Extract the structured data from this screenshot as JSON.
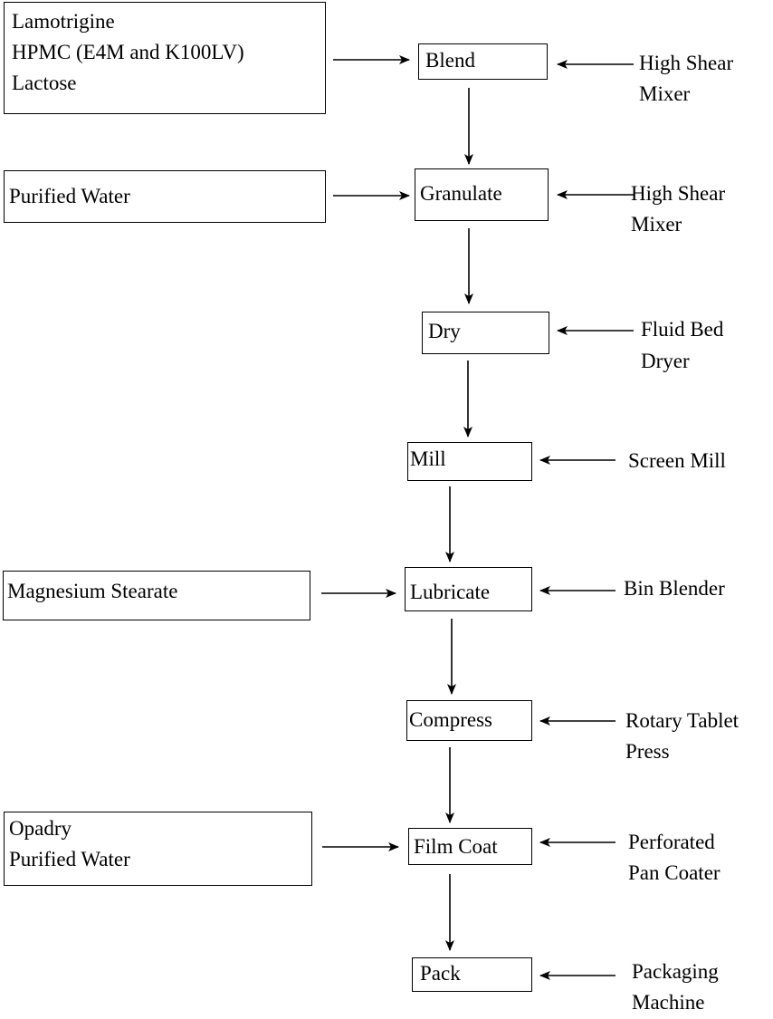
{
  "inputs": {
    "blend": [
      "Lamotrigine",
      "HPMC (E4M and K100LV)",
      "Lactose"
    ],
    "granulate": [
      "Purified Water"
    ],
    "lubricate": [
      "Magnesium Stearate"
    ],
    "film_coat": [
      "Opadry",
      "Purified Water"
    ]
  },
  "steps": {
    "blend": "Blend",
    "granulate": "Granulate",
    "dry": "Dry",
    "mill": "Mill",
    "lubricate": "Lubricate",
    "compress": "Compress",
    "film_coat": "Film Coat",
    "pack": "Pack"
  },
  "equipment": {
    "blend": [
      "High Shear",
      "Mixer"
    ],
    "granulate": [
      "High Shear",
      "Mixer"
    ],
    "dry": [
      "Fluid Bed",
      "Dryer"
    ],
    "mill": [
      "Screen Mill"
    ],
    "lubricate": [
      "Bin Blender"
    ],
    "compress": [
      "Rotary Tablet",
      "Press"
    ],
    "film_coat": [
      "Perforated",
      "Pan Coater"
    ],
    "pack": [
      "Packaging",
      "Machine"
    ]
  }
}
